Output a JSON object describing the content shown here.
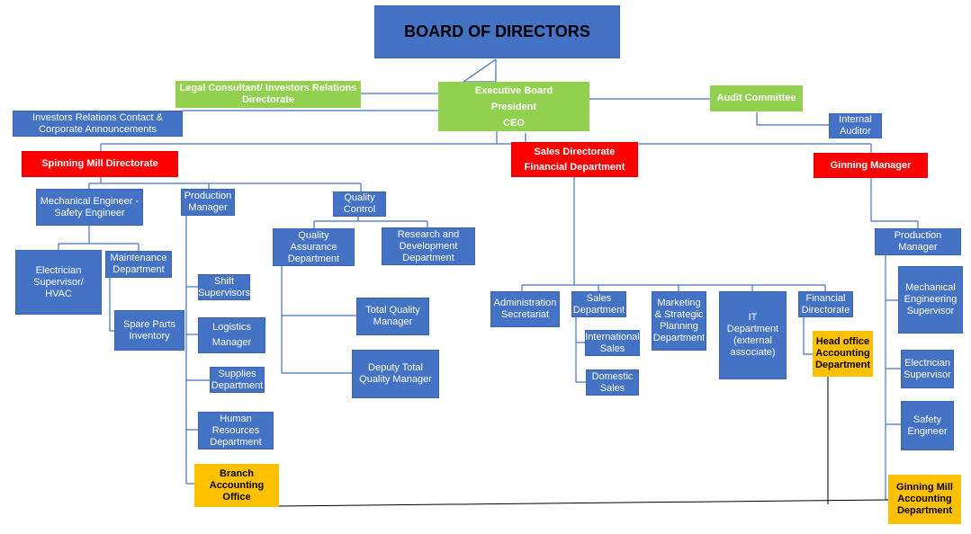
{
  "board": "BOARD OF DIRECTORS",
  "executive": [
    "Executive Board",
    "President",
    "CEO"
  ],
  "legal": "Legal Consultant/ Investors Relations Directorate",
  "investors": "Investors Relations  Contact & Corporate Announcements",
  "audit": "Audit Committee",
  "internal_auditor": "Internal Auditor",
  "spinning": "Spinning Mill Directorate",
  "sales_fin": [
    "Sales Directorate",
    "Financial Department"
  ],
  "ginning": "Ginning Manager",
  "spinning_branch": {
    "mech_safety": "Mechanical Engineer - Safety Engineer",
    "production": "Production Manager",
    "quality": "Quality Control",
    "electrician_hvac": "Electrician Supervisor/ HVAC",
    "maintenance": "Maintenance Department",
    "spare_parts": "Spare Parts Inventory",
    "shift": "Shift Supervisors",
    "logistics": "Logistics Manager",
    "supplies": "Supplies Department",
    "hr": "Human Resources Department",
    "branch_accounting": "Branch Accounting Office",
    "qa": "Quality Assurance Department",
    "rnd": "Research and Development Department",
    "tqm": "Total Quality Manager",
    "deputy_tqm": "Deputy Total Quality Manager"
  },
  "sales_branch": {
    "admin": "Administration Secretariat",
    "sales_dept": "Sales Department",
    "international": "International Sales",
    "domestic": "Domestic Sales",
    "marketing": "Marketing & Strategic Planning Department",
    "it": "IT Department (external associate)",
    "financial_dir": "Financial Directorate",
    "head_office": "Head office Accounting Department"
  },
  "ginning_branch": {
    "production": "Production Manager",
    "mech_eng": "Mechanical Engineering Supervisor",
    "electrician": "Electrician Supervisor",
    "safety": "Safety Engineer",
    "accounting": "Ginning Mill Accounting Department"
  },
  "colors": {
    "blue": "#4472C4",
    "green": "#92D050",
    "red": "#FF0000",
    "yellow": "#FFC000",
    "connector": "#4472C4",
    "accounting_link": "#000000"
  }
}
